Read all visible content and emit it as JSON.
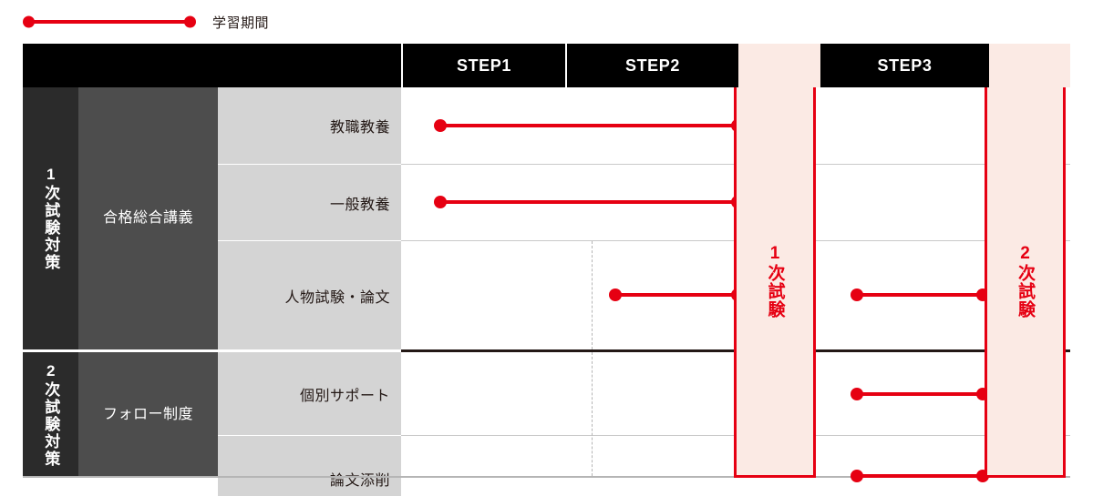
{
  "legend": {
    "label": "学習期間",
    "marker_icon": "timeline-bar-icon",
    "color": "#e60012"
  },
  "colors": {
    "accent_red": "#e60012",
    "exam_fill": "#fbeae4",
    "header_black": "#000000",
    "section_dark": "#2b2b2b",
    "course_gray": "#4d4d4d",
    "label_gray": "#d4d4d4"
  },
  "header": {
    "blank_label": "",
    "steps": [
      {
        "label": "STEP1"
      },
      {
        "label": "STEP2"
      },
      {
        "label": "STEP3"
      }
    ]
  },
  "sections": [
    {
      "label": "1次試験対策",
      "course": "合格\n総合講義"
    },
    {
      "label": "2次試験対策",
      "course": "フォロー\n制度"
    }
  ],
  "section_labels": {
    "first": "1次試験対策",
    "second": "2次試験対策"
  },
  "course_labels": {
    "first_line1": "合格",
    "first_line2": "総合講義",
    "second_line1": "フォロー",
    "second_line2": "制度"
  },
  "rows": [
    {
      "label": "教職教養"
    },
    {
      "label": "一般教養"
    },
    {
      "label": "人物試験・論文"
    },
    {
      "label": "個別サポート"
    },
    {
      "label": "論文添削"
    }
  ],
  "exams": [
    {
      "label": "1次試験"
    },
    {
      "label": "2次試験"
    }
  ],
  "chart_data": {
    "type": "timeline",
    "title": "",
    "legend": [
      "学習期間"
    ],
    "columns": [
      "STEP1",
      "STEP2",
      "STEP3"
    ],
    "milestones": [
      "1次試験",
      "2次試験"
    ],
    "categories": [
      "教職教養",
      "一般教養",
      "人物試験・論文",
      "個別サポート",
      "論文添削"
    ],
    "groups": [
      {
        "name": "1次試験対策",
        "course": "合格 総合講義",
        "rows": [
          "教職教養",
          "一般教養",
          "人物試験・論文"
        ]
      },
      {
        "name": "2次試験対策",
        "course": "フォロー制度",
        "rows": [
          "個別サポート",
          "論文添削"
        ]
      }
    ],
    "bars": [
      {
        "row": "教職教養",
        "spans": [
          {
            "from": "STEP1",
            "to": "STEP2"
          }
        ]
      },
      {
        "row": "一般教養",
        "spans": [
          {
            "from": "STEP1",
            "to": "STEP2"
          }
        ]
      },
      {
        "row": "人物試験・論文",
        "spans": [
          {
            "from": "STEP2",
            "to": "STEP2"
          },
          {
            "from": "STEP3",
            "to": "STEP3"
          }
        ]
      },
      {
        "row": "個別サポート",
        "spans": [
          {
            "from": "STEP3",
            "to": "STEP3"
          }
        ]
      },
      {
        "row": "論文添削",
        "spans": [
          {
            "from": "STEP3",
            "to": "STEP3"
          }
        ]
      }
    ]
  }
}
